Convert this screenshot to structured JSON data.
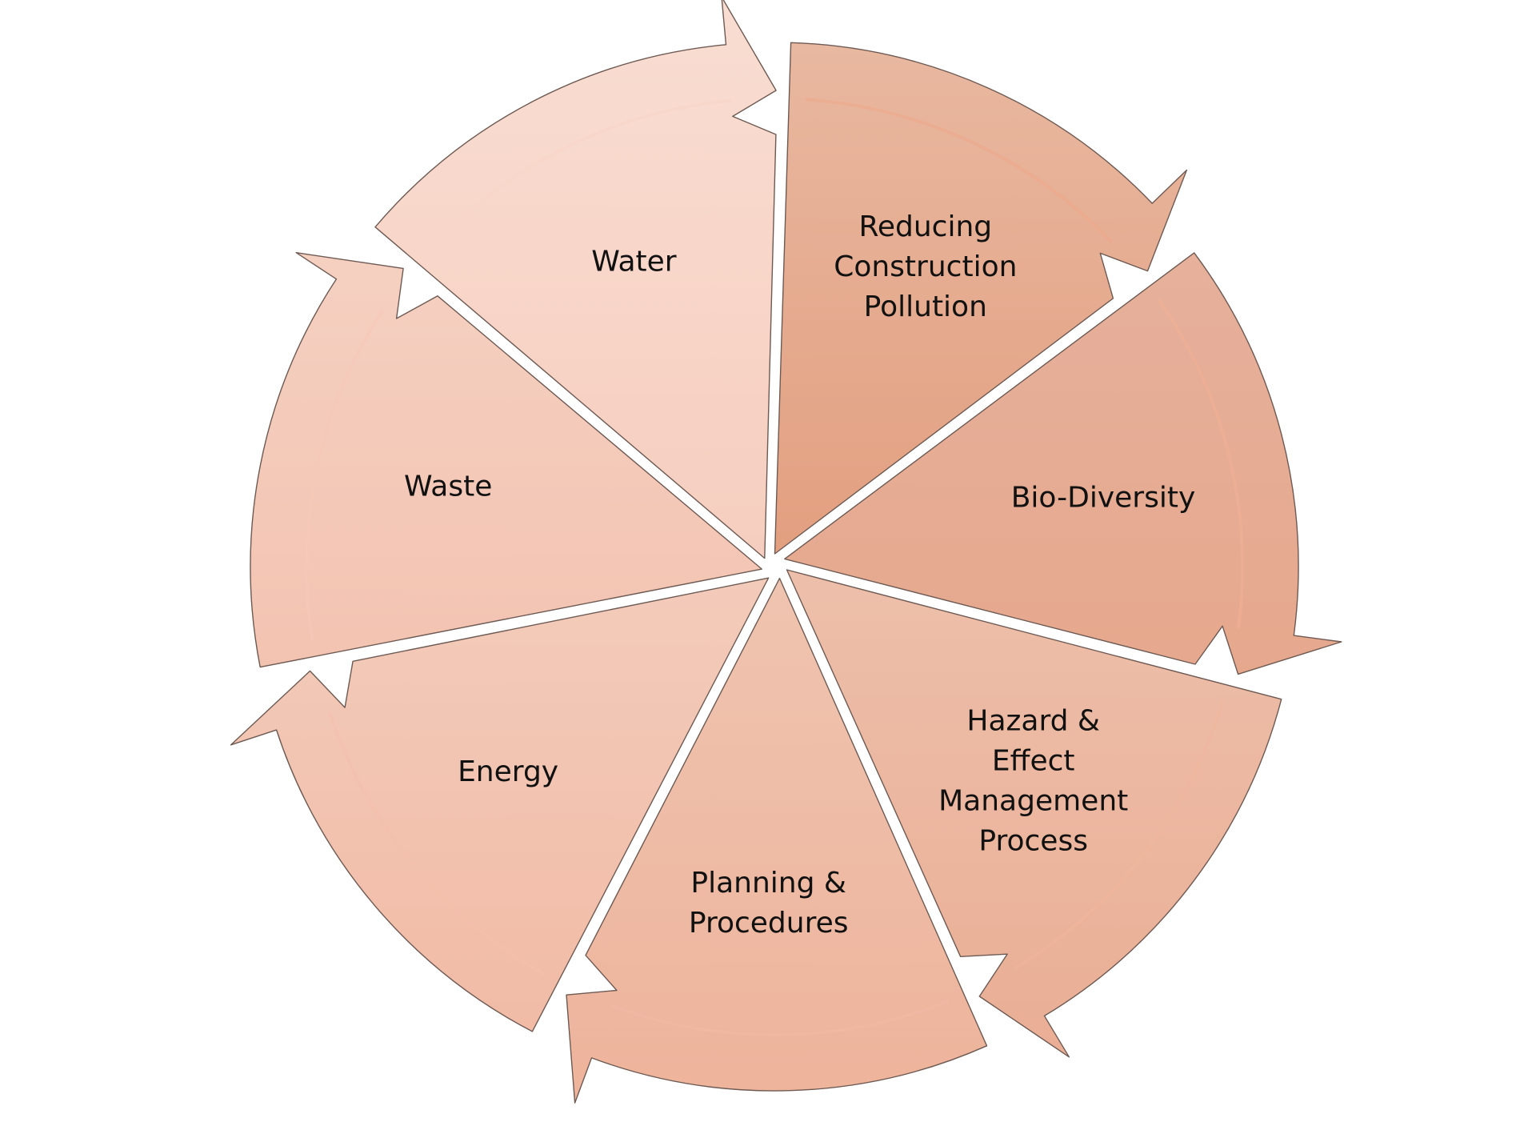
{
  "diagram": {
    "type": "cycle",
    "segments": [
      {
        "label": "Reducing Construction Pollution",
        "lines": [
          "Reducing",
          "Construction",
          "Pollution"
        ],
        "fill_top": "#e8b8a0",
        "fill_bottom": "#e39f80",
        "arrow": "#eea88a"
      },
      {
        "label": "Bio-Diversity",
        "lines": [
          "Bio-Diversity"
        ],
        "fill_top": "#e6b09b",
        "fill_bottom": "#e6a88d",
        "arrow": "#f0b096"
      },
      {
        "label": "Hazard & Effect Management Process",
        "lines": [
          "Hazard &",
          "Effect",
          "Management",
          "Process"
        ],
        "fill_top": "#edbfaa",
        "fill_bottom": "#eaae95",
        "arrow": "#f1b69d"
      },
      {
        "label": "Planning & Procedures",
        "lines": [
          "Planning &",
          "Procedures"
        ],
        "fill_top": "#efc4b0",
        "fill_bottom": "#eeb39b",
        "arrow": "#f2baa4"
      },
      {
        "label": "Energy",
        "lines": [
          "Energy"
        ],
        "fill_top": "#f3cbba",
        "fill_bottom": "#f1bba6",
        "arrow": "#f4c0ad"
      },
      {
        "label": "Waste",
        "lines": [
          "Waste"
        ],
        "fill_top": "#f5d0c1",
        "fill_bottom": "#f3c3b1",
        "arrow": "#f6c9b8"
      },
      {
        "label": "Water",
        "lines": [
          "Water"
        ],
        "fill_top": "#f9ddd2",
        "fill_bottom": "#f6cebf",
        "arrow": "#f8d5c8"
      }
    ]
  }
}
